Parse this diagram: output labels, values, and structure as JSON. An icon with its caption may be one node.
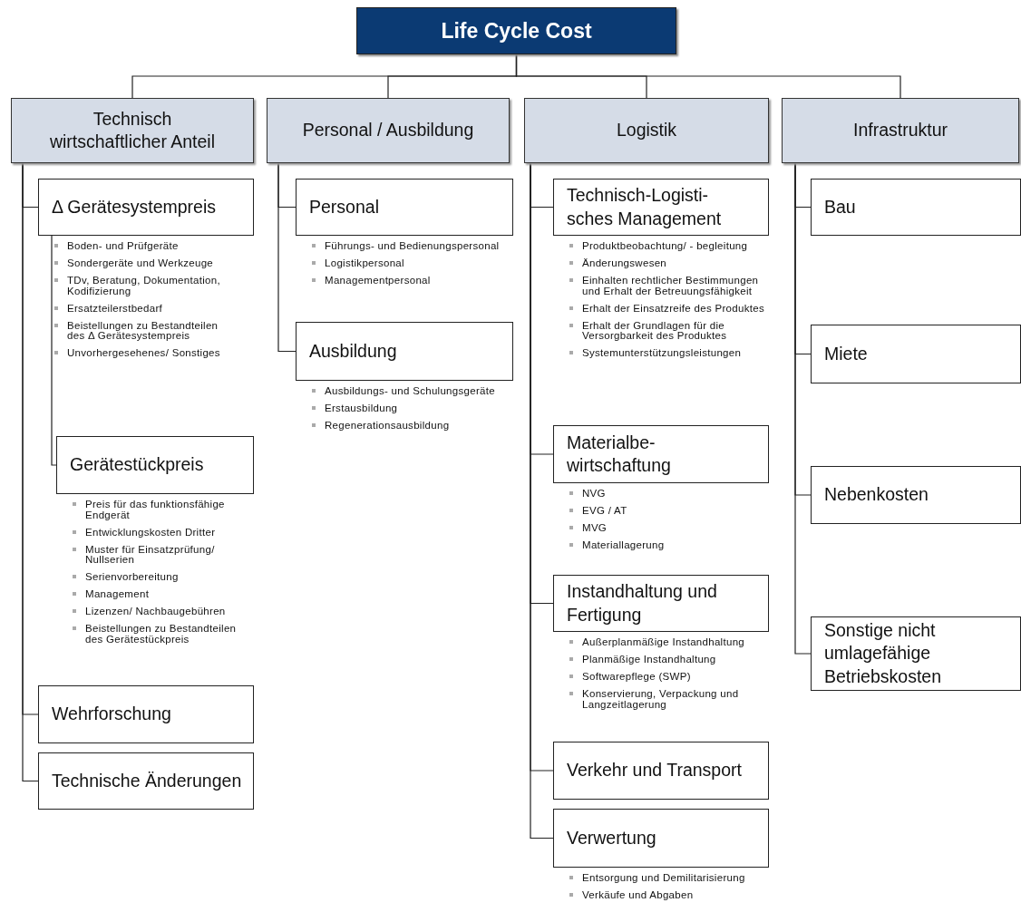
{
  "diagram": {
    "nodes": [
      {
        "text": [
          "Life Cycle Cost"
        ]
      },
      {
        "text": [
          "Technisch wirtschaftlicher Anteil"
        ]
      },
      {
        "text": [
          "Personal / Ausbildung"
        ]
      },
      {
        "text": [
          "Logistik"
        ]
      },
      {
        "text": [
          "Infrastruktur"
        ]
      },
      {
        "text": [
          "Δ Gerätesystempreis"
        ],
        "beside": [
          "Boden- und Prüfgeräte",
          "Sondergeräte und Werkzeuge",
          "TDv, Beratung, Dokumentation, Kodifizierung",
          "Ersatzteilerstbedarf",
          "Beistellungen zu Bestandteilen des Δ Gerätesystempreis",
          "Unvorhergesehenes/ Sonstiges"
        ]
      },
      {
        "text": [
          "Gerätestückpreis"
        ],
        "beside": [
          "Preis für das funktionsfähige Endgerät",
          "Entwicklungskosten Dritter",
          "Muster für Einsatzprüfung/ Nullserien",
          "Serienvorbereitung",
          "Management",
          "Lizenzen/ Nachbaugebühren",
          "Beistellungen zu Bestandteilen des Gerätestückpreis"
        ]
      },
      {
        "text": [
          "Wehrforschung"
        ]
      },
      {
        "text": [
          "Technische Änderungen"
        ]
      },
      {
        "text": [
          "Personal"
        ],
        "beside": [
          "Führungs- und Bedienungspersonal",
          "Logistikpersonal",
          "Managementpersonal"
        ]
      },
      {
        "text": [
          "Ausbildung"
        ],
        "beside": [
          "Ausbildungs- und Schulungsgeräte",
          "Erstausbildung",
          "Regenerationsausbildung"
        ]
      },
      {
        "text": [
          "Technisch-Logisti- sches Management"
        ],
        "beside": [
          "Produktbeobachtung/ - begleitung",
          "Änderungswesen",
          "Einhalten rechtlicher Bestimmungen und Erhalt der Betreuungsfähigkeit",
          "Erhalt der Einsatzreife des Produktes",
          "Erhalt der Grundlagen für die Versorgbarkeit des Produktes",
          "Systemunterstützungsleistungen"
        ]
      },
      {
        "text": [
          "Materialbe- wirtschaftung"
        ],
        "beside": [
          "NVG",
          "EVG / AT",
          "MVG",
          "Materiallagerung"
        ]
      },
      {
        "text": [
          "Instandhaltung und Fertigung"
        ],
        "beside": [
          "Außerplanmäßige Instandhaltung",
          "Planmäßige Instandhaltung",
          "Softwarepflege (SWP)",
          "Konservierung, Verpackung und Langzeitlagerung"
        ]
      },
      {
        "text": [
          "Verkehr und Transport"
        ]
      },
      {
        "text": [
          "Verwertung"
        ],
        "beside": [
          "Entsorgung und Demilitarisierung",
          "Verkäufe und Abgaben"
        ]
      },
      {
        "text": [
          "Bau"
        ]
      },
      {
        "text": [
          "Miete"
        ]
      },
      {
        "text": [
          "Nebenkosten"
        ]
      },
      {
        "text": [
          "Sonstige nicht umlagefähige Betriebskosten"
        ]
      }
    ],
    "edges": [
      {
        "from": 0,
        "to": 1,
        "arrow": "none"
      },
      {
        "from": 0,
        "to": 2,
        "arrow": "none"
      },
      {
        "from": 0,
        "to": 3,
        "arrow": "none"
      },
      {
        "from": 0,
        "to": 4,
        "arrow": "none"
      },
      {
        "from": 1,
        "to": 5,
        "arrow": "none"
      },
      {
        "from": 5,
        "to": 6,
        "arrow": "none"
      },
      {
        "from": 1,
        "to": 7,
        "arrow": "none"
      },
      {
        "from": 1,
        "to": 8,
        "arrow": "none"
      },
      {
        "from": 2,
        "to": 9,
        "arrow": "none"
      },
      {
        "from": 2,
        "to": 10,
        "arrow": "none"
      },
      {
        "from": 3,
        "to": 11,
        "arrow": "none"
      },
      {
        "from": 3,
        "to": 12,
        "arrow": "none"
      },
      {
        "from": 3,
        "to": 13,
        "arrow": "none"
      },
      {
        "from": 3,
        "to": 14,
        "arrow": "none"
      },
      {
        "from": 3,
        "to": 15,
        "arrow": "none"
      },
      {
        "from": 4,
        "to": 16,
        "arrow": "none"
      },
      {
        "from": 4,
        "to": 17,
        "arrow": "none"
      },
      {
        "from": 4,
        "to": 18,
        "arrow": "none"
      },
      {
        "from": 4,
        "to": 19,
        "arrow": "none"
      }
    ]
  }
}
